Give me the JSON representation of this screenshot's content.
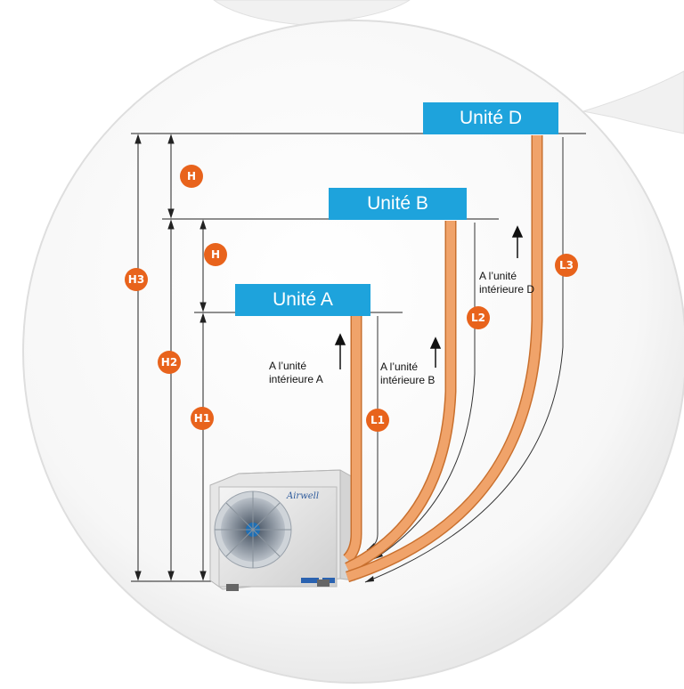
{
  "units": {
    "a": "Unité A",
    "b": "Unité B",
    "d": "Unité D"
  },
  "height_marks": {
    "h_top": "H",
    "h_middle": "H",
    "h1": "H1",
    "h2": "H2",
    "h3": "H3"
  },
  "length_marks": {
    "l1": "L1",
    "l2": "L2",
    "l3": "L3"
  },
  "notes": {
    "to_a": {
      "line1": "A l’unité",
      "line2": "intérieure A"
    },
    "to_b": {
      "line1": "A l’unité",
      "line2": "intérieure B"
    },
    "to_d": {
      "line1": "A l’unité",
      "line2": "intérieure D"
    }
  },
  "outdoor_unit": {
    "brand": "Airwell"
  },
  "colors": {
    "unit_label_bg": "#1ea3dc",
    "badge": "#e8631c",
    "pipe": "#f0a36a",
    "pipe_edge": "#c9702e"
  }
}
